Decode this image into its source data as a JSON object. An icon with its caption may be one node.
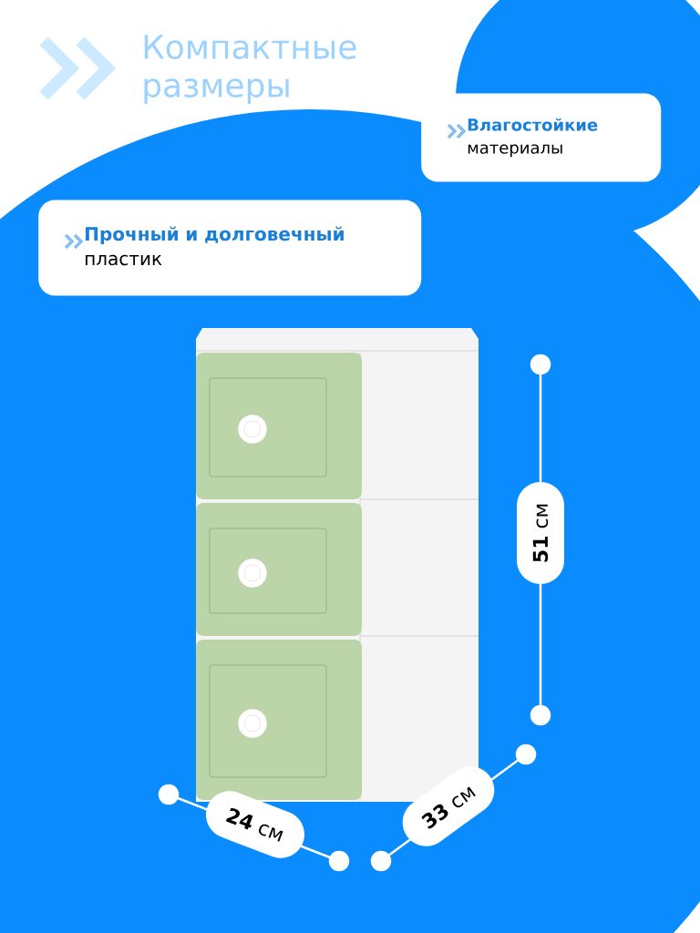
{
  "diagram": {
    "title": "Компактные размеры",
    "nodes": [
      {
        "text": [
          "Влагостойкие",
          "материалы"
        ]
      },
      {
        "text": [
          "Прочный и долговечный",
          "пластик"
        ]
      }
    ],
    "labels": [
      "**51** см",
      "**24** см",
      "**33** см"
    ]
  }
}
